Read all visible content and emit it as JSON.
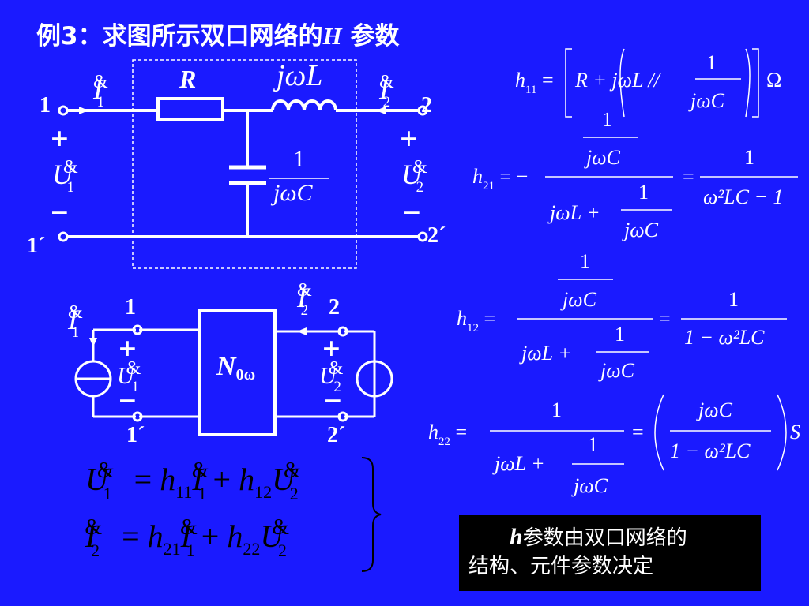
{
  "title": {
    "prefix": "例3：求图所示双口网络的",
    "var": "H",
    "suffix": " 参数"
  },
  "circuit1": {
    "port1": "1",
    "port2": "2",
    "port1p": "1´",
    "port2p": "2´",
    "R": "R",
    "jwL": "jωL",
    "cap_num": "1",
    "cap_den": "jωC",
    "I1": "I",
    "I2": "I",
    "U1": "U",
    "U2": "U",
    "dot": "&",
    "sub1": "1",
    "sub2": "2",
    "plus": "+",
    "minus": "−"
  },
  "circuit2": {
    "block": "N",
    "block_sub": "0ω",
    "port1": "1",
    "port2": "2",
    "port1p": "1´",
    "port2p": "2´",
    "I1": "I",
    "I2": "I",
    "U1": "U",
    "U2": "U",
    "dot": "&",
    "sub1": "1",
    "sub2": "2",
    "plus": "+",
    "minus": "−"
  },
  "equations": {
    "h11": {
      "lhs": "h",
      "sub": "11",
      "body": "R + jωL // ",
      "frac_num": "1",
      "frac_den": "jωC",
      "unit": "Ω"
    },
    "h21": {
      "lhs": "h",
      "sub": "21",
      "sign": "−",
      "num_num": "1",
      "num_den": "jωC",
      "den_a": "jωL +",
      "den_num": "1",
      "den_den": "jωC",
      "r_num": "1",
      "r_den": "ω²LC − 1"
    },
    "h12": {
      "lhs": "h",
      "sub": "12",
      "num_num": "1",
      "num_den": "jωC",
      "den_a": "jωL +",
      "den_num": "1",
      "den_den": "jωC",
      "r_num": "1",
      "r_den": "1 − ω²LC"
    },
    "h22": {
      "lhs": "h",
      "sub": "22",
      "num": "1",
      "den_a": "jωL +",
      "den_num": "1",
      "den_den": "jωC",
      "r_num": "jωC",
      "r_den": "1 − ω²LC",
      "unit": "S"
    }
  },
  "system": {
    "row1": {
      "lhs": "U",
      "lhs_sub": "1",
      "t1": "h",
      "t1_sub": "11",
      "v1": "I",
      "v1_sub": "1",
      "t2": "h",
      "t2_sub": "12",
      "v2": "U",
      "v2_sub": "2"
    },
    "row2": {
      "lhs": "I",
      "lhs_sub": "2",
      "t1": "h",
      "t1_sub": "21",
      "v1": "I",
      "v1_sub": "1",
      "t2": "h",
      "t2_sub": "22",
      "v2": "U",
      "v2_sub": "2"
    },
    "eq": "=",
    "plus": "+",
    "dot": "&"
  },
  "note": {
    "var": "h",
    "line1": "参数由双口网络的",
    "line2": "结构、元件参数决定"
  },
  "colors": {
    "background": "#1a1aff",
    "equation_box": "#ffffff",
    "note_box": "#000000"
  }
}
